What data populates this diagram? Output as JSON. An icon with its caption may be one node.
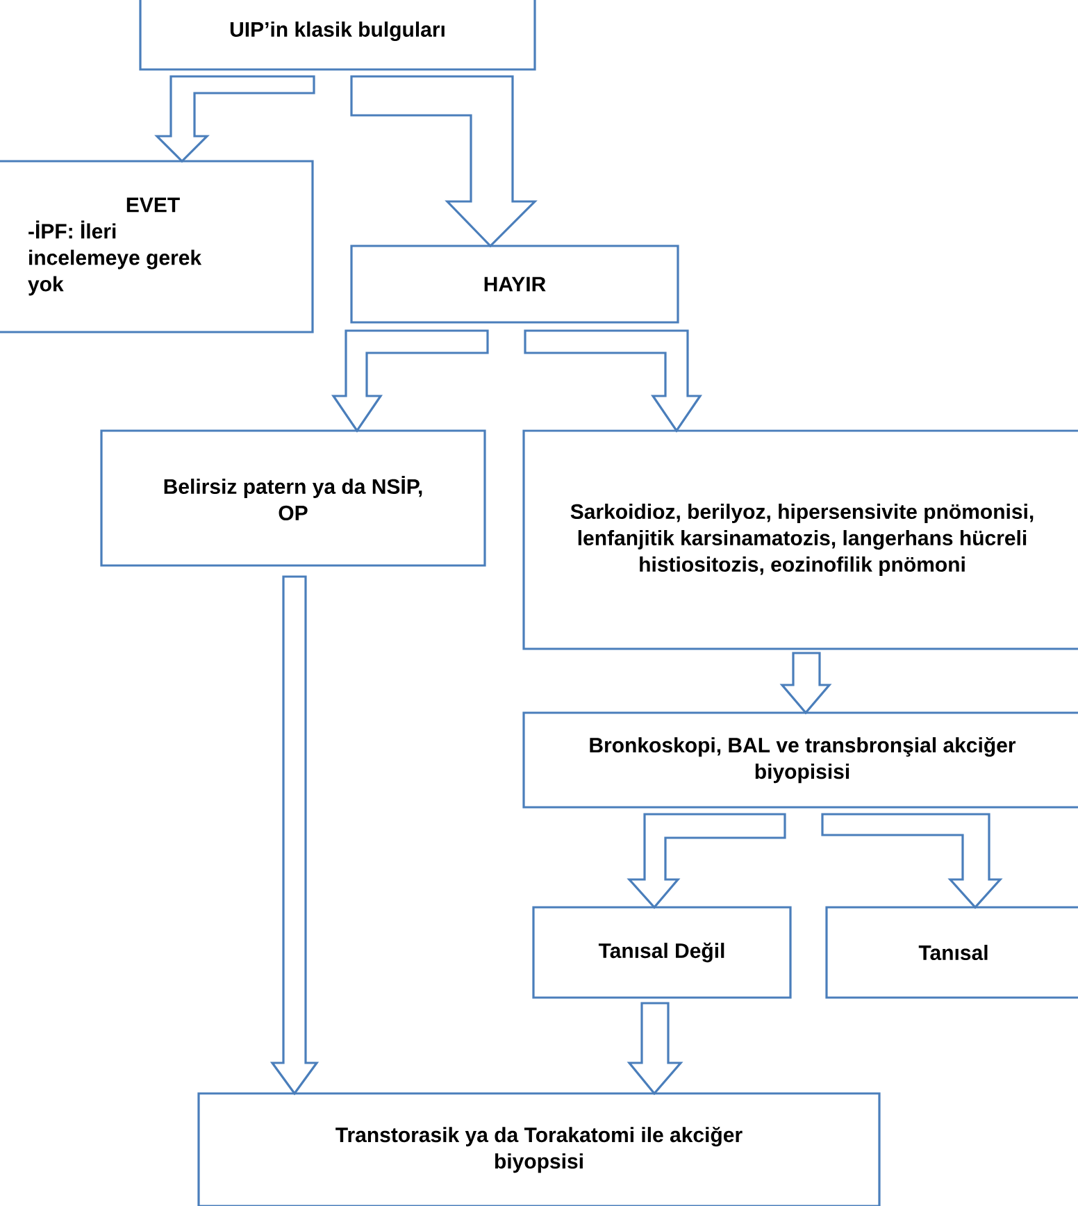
{
  "diagram": {
    "nodes": [
      {
        "text": [
          "UIP’in klasik bulguları"
        ]
      },
      {
        "text": [
          "EVET",
          "-İPF: İleri incelemeye gerek yok"
        ]
      },
      {
        "text": [
          "HAYIR"
        ]
      },
      {
        "text": [
          "Belirsiz patern ya da NSİP, OP"
        ]
      },
      {
        "text": [
          "Sarkoidioz, berilyoz, hipersensivite pnömonisi, lenfanjitik karsinamatozis, langerhans hücreli histiositozis, eozinofilik pnömoni"
        ]
      },
      {
        "text": [
          "Bronkoskopi, BAL ve transbronşial akciğer biyopisisi"
        ]
      },
      {
        "text": [
          "Tanısal Değil"
        ]
      },
      {
        "text": [
          "Tanısal"
        ]
      },
      {
        "text": [
          "Transtorasik ya da Torakatomi ile akciğer biyopsisi"
        ]
      }
    ],
    "edges": [
      {
        "from": 0,
        "to": 1,
        "arrow": "to"
      },
      {
        "from": 0,
        "to": 2,
        "arrow": "to"
      },
      {
        "from": 2,
        "to": 3,
        "arrow": "to"
      },
      {
        "from": 2,
        "to": 4,
        "arrow": "to"
      },
      {
        "from": 3,
        "to": 8,
        "arrow": "to"
      },
      {
        "from": 4,
        "to": 5,
        "arrow": "to"
      },
      {
        "from": 5,
        "to": 6,
        "arrow": "to"
      },
      {
        "from": 5,
        "to": 7,
        "arrow": "to"
      },
      {
        "from": 6,
        "to": 8,
        "arrow": "to"
      }
    ]
  }
}
